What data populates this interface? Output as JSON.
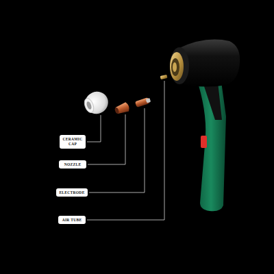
{
  "diagram": {
    "nodes": [
      {
        "text": [
          "CERAMIC CAP"
        ]
      },
      {
        "text": [
          "NOZZLE"
        ]
      },
      {
        "text": [
          "ELECTRODE"
        ]
      },
      {
        "text": [
          "AIR TUBE"
        ]
      }
    ]
  }
}
